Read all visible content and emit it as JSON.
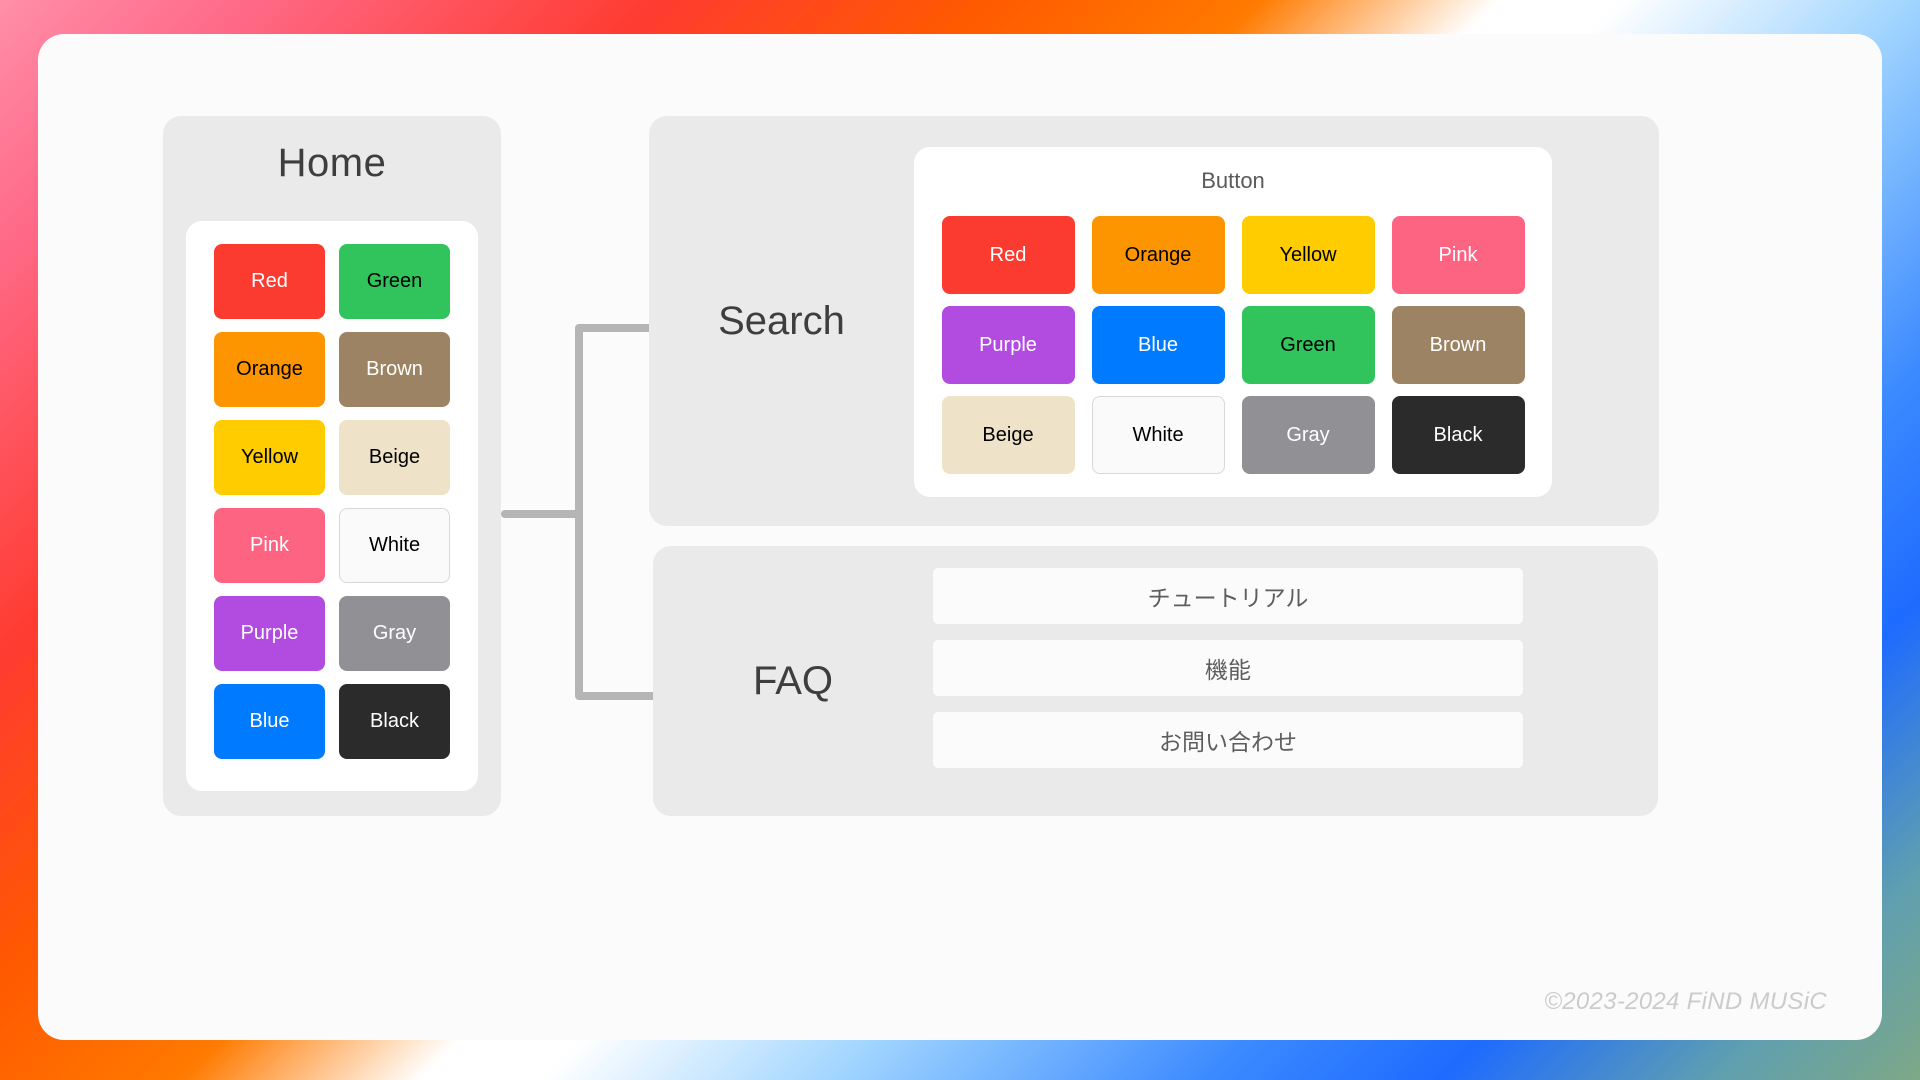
{
  "theme": {
    "card_bg": "#fbfbfb",
    "panel_bg": "#eaeaea",
    "inner_card_bg": "#ffffff",
    "title_color": "#3e3e3e",
    "connector_color": "#b5b5b5",
    "footer_color": "#cbcbcb"
  },
  "home": {
    "title": "Home",
    "swatches": [
      {
        "label": "Red",
        "bg": "#fb3b30",
        "fg": "#ffffff",
        "bordered": false
      },
      {
        "label": "Green",
        "bg": "#31c45c",
        "fg": "#000000",
        "bordered": false
      },
      {
        "label": "Orange",
        "bg": "#fd9500",
        "fg": "#000000",
        "bordered": false
      },
      {
        "label": "Brown",
        "bg": "#9c8363",
        "fg": "#ffffff",
        "bordered": false
      },
      {
        "label": "Yellow",
        "bg": "#ffcc00",
        "fg": "#000000",
        "bordered": false
      },
      {
        "label": "Beige",
        "bg": "#eee3c8",
        "fg": "#000000",
        "bordered": false
      },
      {
        "label": "Pink",
        "bg": "#fd6482",
        "fg": "#ffffff",
        "bordered": false
      },
      {
        "label": "White",
        "bg": "#fafafa",
        "fg": "#000000",
        "bordered": true
      },
      {
        "label": "Purple",
        "bg": "#b24ce0",
        "fg": "#ffffff",
        "bordered": false
      },
      {
        "label": "Gray",
        "bg": "#909095",
        "fg": "#ffffff",
        "bordered": false
      },
      {
        "label": "Blue",
        "bg": "#007aff",
        "fg": "#ffffff",
        "bordered": false
      },
      {
        "label": "Black",
        "bg": "#2b2b2b",
        "fg": "#ffffff",
        "bordered": false
      }
    ]
  },
  "search": {
    "title": "Search",
    "button_card": {
      "title": "Button",
      "swatches": [
        {
          "label": "Red",
          "bg": "#fb3b30",
          "fg": "#ffffff",
          "bordered": false
        },
        {
          "label": "Orange",
          "bg": "#fd9500",
          "fg": "#000000",
          "bordered": false
        },
        {
          "label": "Yellow",
          "bg": "#ffcc00",
          "fg": "#000000",
          "bordered": false
        },
        {
          "label": "Pink",
          "bg": "#fd6482",
          "fg": "#ffffff",
          "bordered": false
        },
        {
          "label": "Purple",
          "bg": "#b24ce0",
          "fg": "#ffffff",
          "bordered": false
        },
        {
          "label": "Blue",
          "bg": "#007aff",
          "fg": "#ffffff",
          "bordered": false
        },
        {
          "label": "Green",
          "bg": "#31c45c",
          "fg": "#000000",
          "bordered": false
        },
        {
          "label": "Brown",
          "bg": "#9c8363",
          "fg": "#ffffff",
          "bordered": false
        },
        {
          "label": "Beige",
          "bg": "#eee3c8",
          "fg": "#000000",
          "bordered": false
        },
        {
          "label": "White",
          "bg": "#fafafa",
          "fg": "#000000",
          "bordered": true
        },
        {
          "label": "Gray",
          "bg": "#909095",
          "fg": "#ffffff",
          "bordered": false
        },
        {
          "label": "Black",
          "bg": "#2b2b2b",
          "fg": "#ffffff",
          "bordered": false
        }
      ]
    }
  },
  "faq": {
    "title": "FAQ",
    "items": [
      {
        "label": "チュートリアル"
      },
      {
        "label": "機能"
      },
      {
        "label": "お問い合わせ"
      }
    ]
  },
  "footer": {
    "copyright": "©2023-2024 FiND MUSiC"
  }
}
